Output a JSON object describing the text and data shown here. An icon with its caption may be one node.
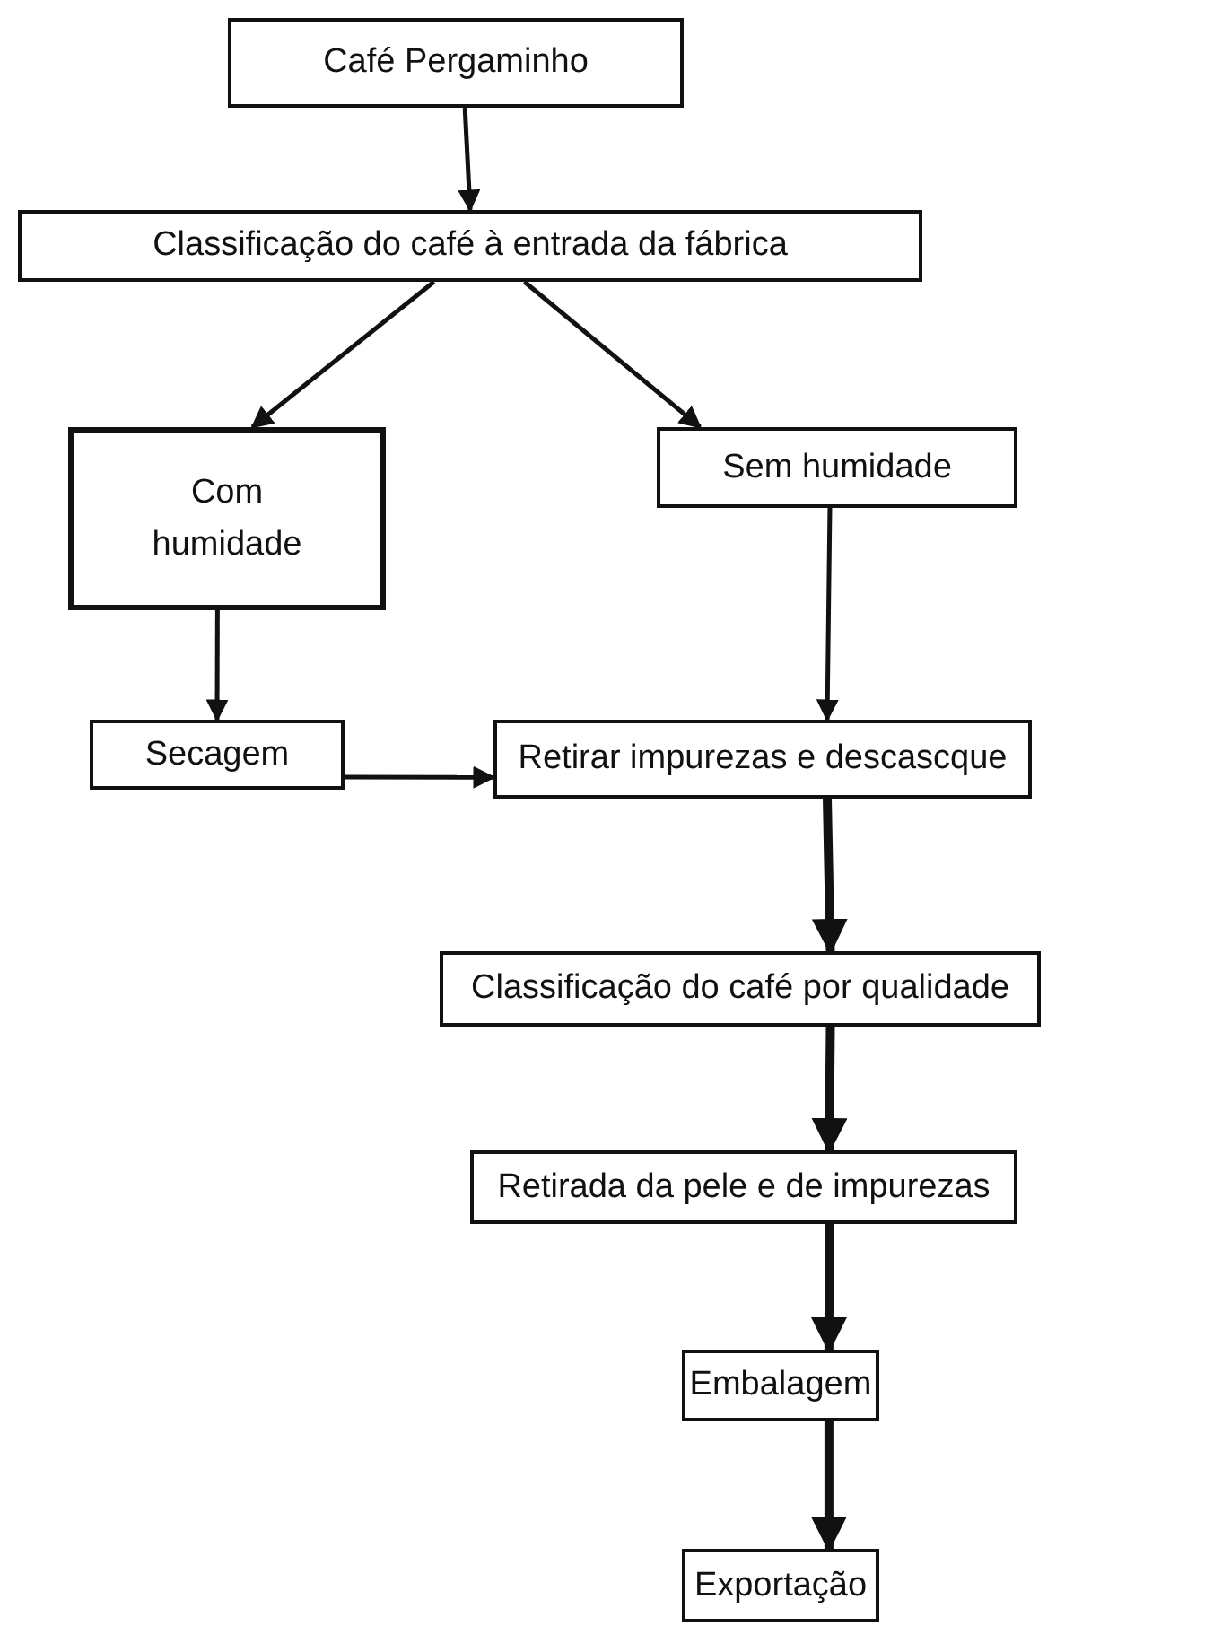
{
  "diagram": {
    "nodes": [
      {
        "text": [
          "Café Pergaminho"
        ]
      },
      {
        "text": [
          "Classificação do café à entrada da fábrica"
        ]
      },
      {
        "text": [
          "Com humidade"
        ]
      },
      {
        "text": [
          "Sem humidade"
        ]
      },
      {
        "text": [
          "Secagem"
        ]
      },
      {
        "text": [
          "Retirar impurezas e descascque"
        ]
      },
      {
        "text": [
          "Classificação do café por qualidade"
        ]
      },
      {
        "text": [
          "Retirada da pele e de impurezas"
        ]
      },
      {
        "text": [
          "Embalagem"
        ]
      },
      {
        "text": [
          "Exportação"
        ]
      }
    ],
    "edges": [
      {
        "from": 0,
        "to": 1,
        "arrow": "to"
      },
      {
        "from": 1,
        "to": 2,
        "arrow": "to"
      },
      {
        "from": 1,
        "to": 3,
        "arrow": "to"
      },
      {
        "from": 2,
        "to": 4,
        "arrow": "to"
      },
      {
        "from": 3,
        "to": 5,
        "arrow": "to"
      },
      {
        "from": 4,
        "to": 5,
        "arrow": "to"
      },
      {
        "from": 5,
        "to": 6,
        "arrow": "to",
        "style": "thick"
      },
      {
        "from": 6,
        "to": 7,
        "arrow": "to",
        "style": "thick"
      },
      {
        "from": 7,
        "to": 8,
        "arrow": "to",
        "style": "thick"
      },
      {
        "from": 8,
        "to": 9,
        "arrow": "to",
        "style": "thick"
      }
    ]
  }
}
